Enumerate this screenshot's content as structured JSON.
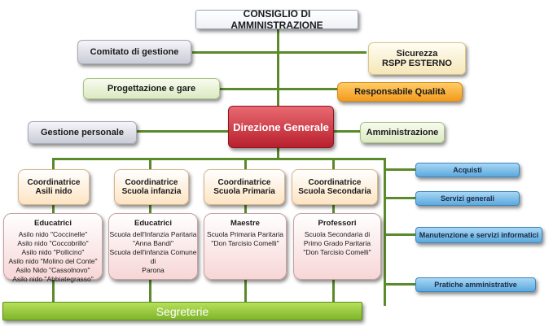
{
  "board": "CONSIGLIO DI AMMINISTRAZIONE",
  "comitato": "Comitato di gestione",
  "sicurezza": [
    "Sicurezza",
    "RSPP ESTERNO"
  ],
  "progettazione": "Progettazione e gare",
  "qualita": "Responsabile Qualità",
  "direzione": "Direzione Generale",
  "gestione_personale": "Gestione personale",
  "amministrazione": "Amministrazione",
  "coordinators": [
    [
      "Coordinatrice",
      "Asili nido"
    ],
    [
      "Coordinatrice",
      "Scuola infanzia"
    ],
    [
      "Coordinatrice",
      "Scuola Primaria"
    ],
    [
      "Coordinatrice",
      "Scuola Secondaria"
    ]
  ],
  "staff": [
    {
      "role": "Educatrici",
      "lines": [
        "Asilo nido \"Coccinelle\"",
        "Asilo nido \"Coccobrillo\"",
        "Asilo nido \"Pollicino\"",
        "Asilo nido \"Molino del Conte\"",
        "Asilo Nido \"Cassolnovo\"",
        "Asilo nido \"Abbiategrasso\""
      ]
    },
    {
      "role": "Educatrici",
      "lines": [
        "Scuola dell'Infanzia Paritaria",
        "\"Anna Bandi\"",
        "Scuola dell'infanzia Comune di",
        "Parona"
      ]
    },
    {
      "role": "Maestre",
      "lines": [
        "Scuola Primaria Paritaria",
        "\"Don Tarcisio Comelli\""
      ]
    },
    {
      "role": "Professori",
      "lines": [
        "Scuola Secondaria di",
        "Primo Grado Paritaria",
        "\"Don Tarcisio Comelli\""
      ]
    }
  ],
  "services": [
    "Acquisti",
    "Servizi generali",
    "Manutenzione e servizi informatici",
    "Pratiche amministrative"
  ],
  "segreterie": "Segreterie"
}
